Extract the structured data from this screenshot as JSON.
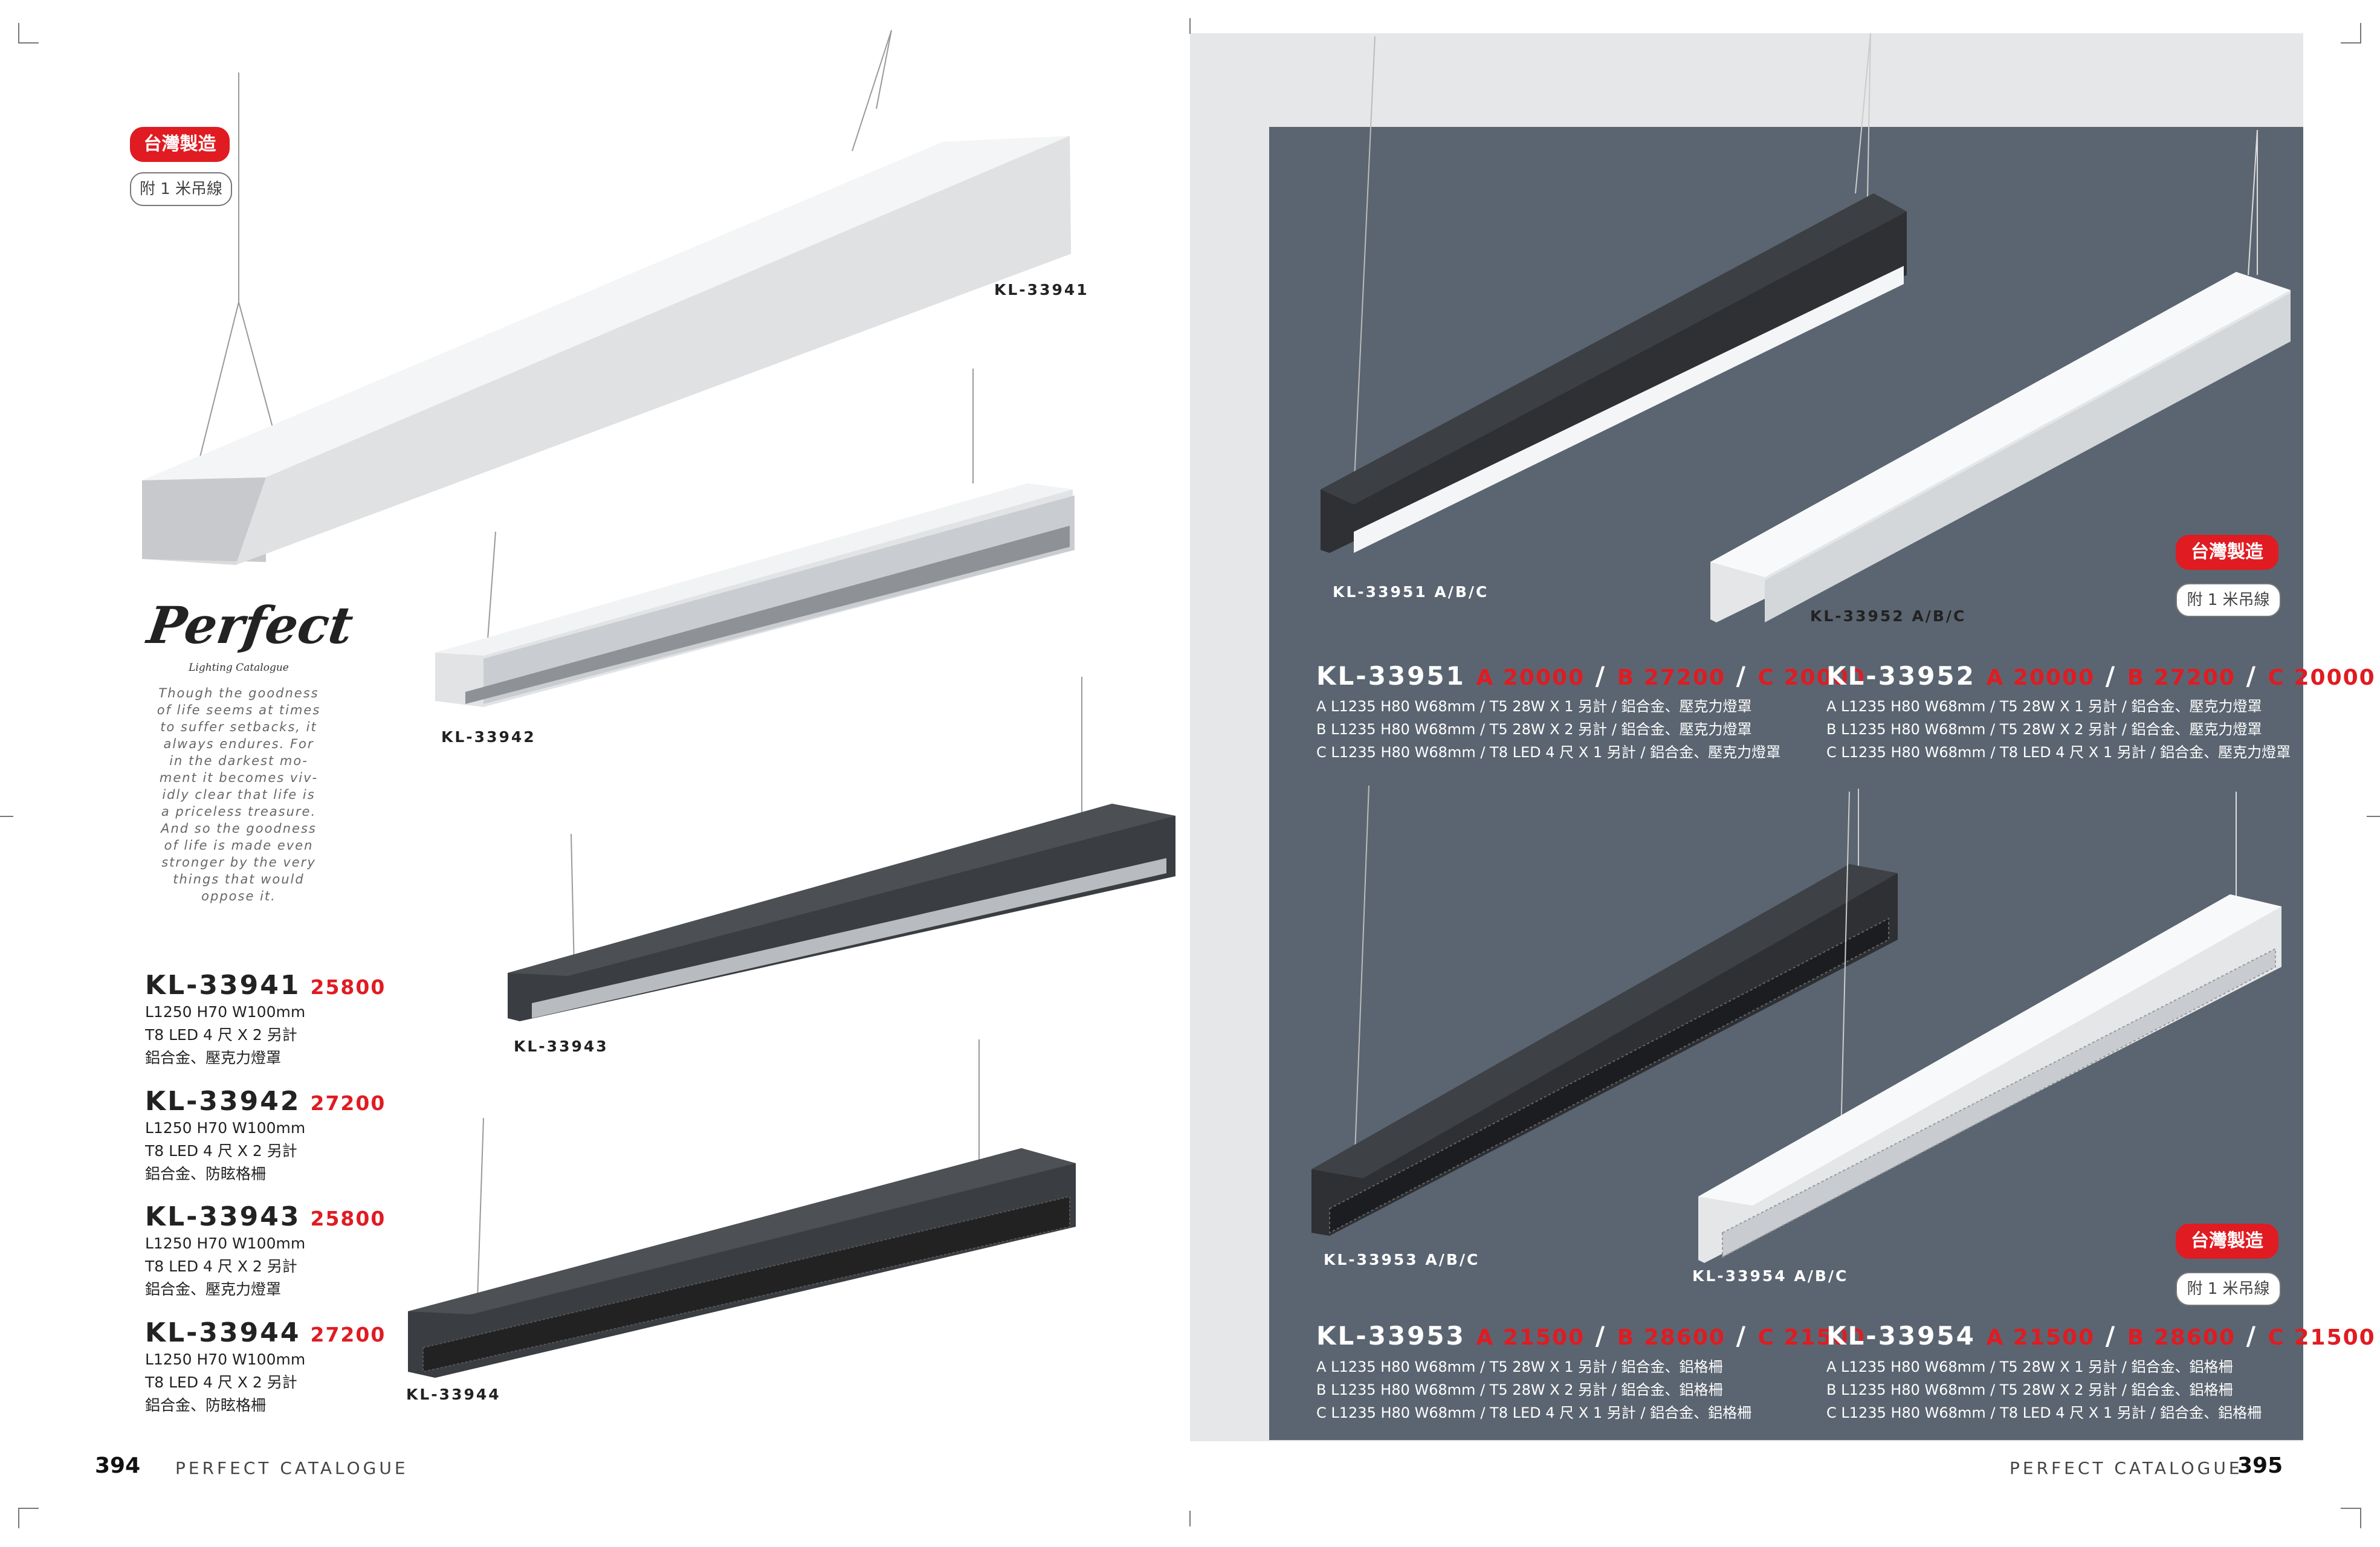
{
  "left_page": {
    "badge_made_in": "台灣製造",
    "badge_wire": "附 1 米吊線",
    "brand": {
      "logo_text": "Perfect",
      "tagline": "Lighting Catalogue",
      "quote_lines": [
        "Though the goodness",
        "of life seems at times",
        "to suffer setbacks, it",
        "always endures. For",
        "in the darkest mo-",
        "ment it becomes viv-",
        "idly clear that life is",
        "a priceless treasure.",
        "And so the goodness",
        "of life is made even",
        "stronger by the very",
        "things that would",
        "oppose it."
      ]
    },
    "captions": {
      "c1": "KL-33941",
      "c2": "KL-33942",
      "c3": "KL-33943",
      "c4": "KL-33944"
    },
    "products": [
      {
        "model": "KL-33941",
        "price": "25800",
        "spec1": "L1250 H70 W100mm",
        "spec2": "T8 LED 4 尺 X 2 另計",
        "spec3": "鋁合金、壓克力燈罩"
      },
      {
        "model": "KL-33942",
        "price": "27200",
        "spec1": "L1250 H70 W100mm",
        "spec2": "T8 LED 4 尺 X 2 另計",
        "spec3": "鋁合金、防眩格柵"
      },
      {
        "model": "KL-33943",
        "price": "25800",
        "spec1": "L1250 H70 W100mm",
        "spec2": "T8 LED 4 尺 X 2 另計",
        "spec3": "鋁合金、壓克力燈罩"
      },
      {
        "model": "KL-33944",
        "price": "27200",
        "spec1": "L1250 H70 W100mm",
        "spec2": "T8 LED 4 尺 X 2 另計",
        "spec3": "鋁合金、防眩格柵"
      }
    ],
    "page_number": "394",
    "footer_text": "PERFECT CATALOGUE"
  },
  "right_page": {
    "badge_made_in": "台灣製造",
    "badge_wire": "附 1 米吊線",
    "captions": {
      "c1": "KL-33951  A/B/C",
      "c2": "KL-33952  A/B/C",
      "c3": "KL-33953  A/B/C",
      "c4": "KL-33954  A/B/C"
    },
    "products": [
      {
        "model": "KL-33951",
        "pa": "A 20000",
        "pb": "B 27200",
        "pc": "C 20000",
        "sep": "/",
        "a": "A L1235 H80 W68mm / T5 28W X 1 另計 / 鋁合金、壓克力燈罩",
        "b": "B L1235 H80 W68mm / T5 28W X 2 另計 / 鋁合金、壓克力燈罩",
        "c": "C L1235 H80 W68mm  / T8 LED 4 尺 X 1 另計 / 鋁合金、壓克力燈罩"
      },
      {
        "model": "KL-33952",
        "pa": "A 20000",
        "pb": "B 27200",
        "pc": "C 20000",
        "sep": "/",
        "a": "A L1235 H80 W68mm / T5 28W X 1 另計 / 鋁合金、壓克力燈罩",
        "b": "B L1235 H80 W68mm / T5 28W X 2 另計 / 鋁合金、壓克力燈罩",
        "c": "C L1235 H80 W68mm  / T8 LED 4 尺 X 1 另計 / 鋁合金、壓克力燈罩"
      },
      {
        "model": "KL-33953",
        "pa": "A 21500",
        "pb": "B 28600",
        "pc": "C 21500",
        "sep": "/",
        "a": "A L1235 H80 W68mm / T5 28W X 1 另計 / 鋁合金、鋁格柵",
        "b": "B L1235 H80 W68mm / T5 28W X 2 另計 / 鋁合金、鋁格柵",
        "c": "C L1235 H80 W68mm  / T8 LED 4 尺 X 1 另計 / 鋁合金、鋁格柵"
      },
      {
        "model": "KL-33954",
        "pa": "A 21500",
        "pb": "B 28600",
        "pc": "C 21500",
        "sep": "/",
        "a": "A L1235 H80 W68mm / T5 28W X 1 另計 / 鋁合金、鋁格柵",
        "b": "B L1235 H80 W68mm / T5 28W X 2 另計 / 鋁合金、鋁格柵",
        "c": "C L1235 H80 W68mm  / T8 LED 4 尺 X 1 另計 / 鋁合金、鋁格柵"
      }
    ],
    "page_number": "395",
    "footer_text": "PERFECT CATALOGUE"
  },
  "colors": {
    "accent_red": "#e01b22",
    "slate_bg": "#5b6571",
    "grey_band": "#e6e7e8"
  }
}
